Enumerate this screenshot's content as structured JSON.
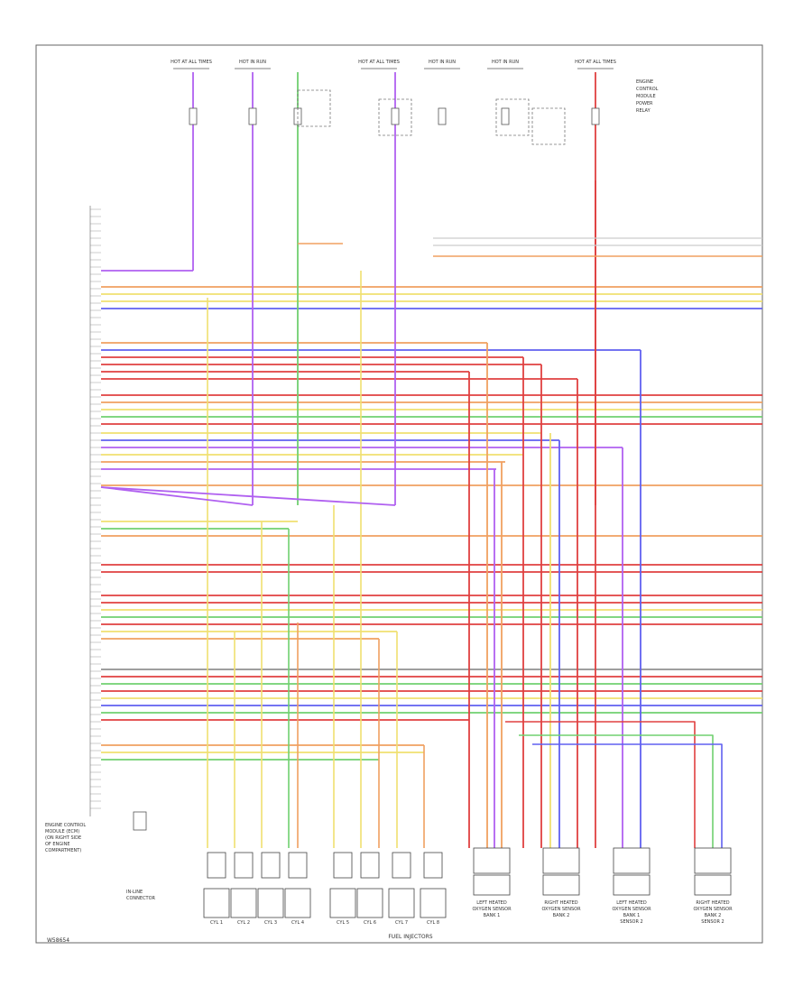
{
  "diagram": {
    "bottom_caption": "FUEL INJECTORS",
    "figure_code": "W58654",
    "ecm_label": [
      "ENGINE CONTROL",
      "MODULE (ECM)",
      "(ON RIGHT SIDE",
      "OF ENGINE",
      "COMPARTMENT)"
    ],
    "top_labels": [
      "HOT AT ALL TIMES",
      "HOT IN RUN",
      "HOT AT ALL TIMES",
      "HOT IN RUN",
      "HOT IN RUN",
      "HOT AT ALL TIMES"
    ],
    "right_panel_label": [
      "ENGINE",
      "CONTROL",
      "MODULE",
      "POWER",
      "RELAY"
    ],
    "lower_left_label": [
      "IN-LINE",
      "CONNECTOR"
    ],
    "sensor_labels": [
      [
        "LEFT HEATED",
        "OXYGEN SENSOR",
        "BANK 1"
      ],
      [
        "RIGHT HEATED",
        "OXYGEN SENSOR",
        "BANK 2"
      ],
      [
        "LEFT HEATED",
        "OXYGEN SENSOR",
        "BANK 1",
        "SENSOR 2"
      ],
      [
        "RIGHT HEATED",
        "OXYGEN SENSOR",
        "BANK 2",
        "SENSOR 2"
      ]
    ],
    "injector_labels": [
      "CYL 1",
      "CYL 2",
      "CYL 3",
      "CYL 4",
      "CYL 5",
      "CYL 6",
      "CYL 7",
      "CYL 8"
    ],
    "wire_colors": {
      "red": "#e04040",
      "orange": "#f0a060",
      "yellow": "#f0e070",
      "green": "#70d070",
      "blue": "#6060f0",
      "violet": "#b060f0",
      "gray": "#909090",
      "black": "#222222"
    }
  }
}
